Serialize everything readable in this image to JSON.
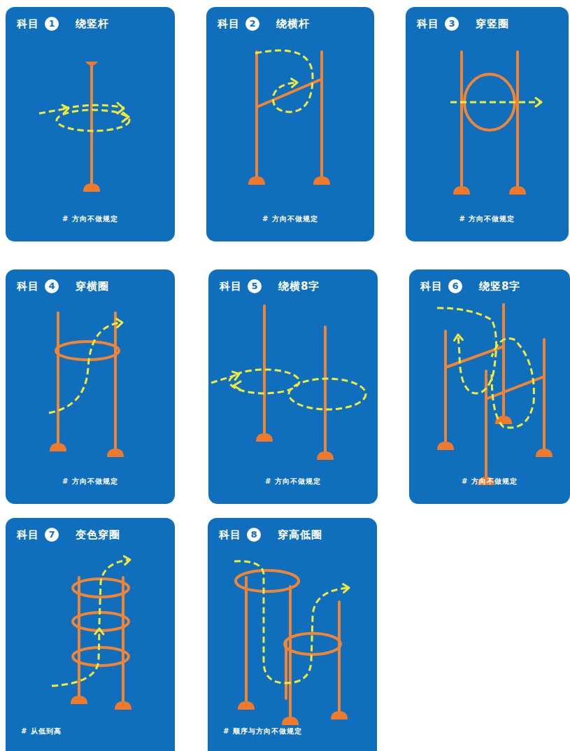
{
  "diagram": {
    "nodes": [
      {
        "text": [
          "科目",
          "绕竖杆",
          "# 方向不做规定"
        ]
      },
      {
        "text": [
          "1"
        ],
        "in": 0
      },
      {
        "text": [
          "科目",
          "绕横杆",
          "# 方向不做规定"
        ]
      },
      {
        "text": [
          "2"
        ],
        "in": 2
      },
      {
        "text": [
          "科目",
          "穿竖圈",
          "# 方向不做规定"
        ]
      },
      {
        "text": [
          "3"
        ],
        "in": 4
      },
      {
        "text": [
          "科目",
          "穿横圈",
          "# 方向不做规定"
        ]
      },
      {
        "text": [
          "4"
        ],
        "in": 6
      },
      {
        "text": [
          "科目",
          "绕横8字",
          "# 方向不做规定"
        ]
      },
      {
        "text": [
          "5"
        ],
        "in": 8
      },
      {
        "text": [
          "科目",
          "绕竖8字",
          "# 方向不做规定"
        ]
      },
      {
        "text": [
          "6"
        ],
        "in": 10
      },
      {
        "text": [
          "科目",
          "变色穿圈",
          "# 从低到高"
        ]
      },
      {
        "text": [
          "7"
        ],
        "in": 12
      },
      {
        "text": [
          "科目",
          "穿高低圈",
          "# 顺序与方向不做规定"
        ]
      },
      {
        "text": [
          "8"
        ],
        "in": 14
      }
    ]
  }
}
